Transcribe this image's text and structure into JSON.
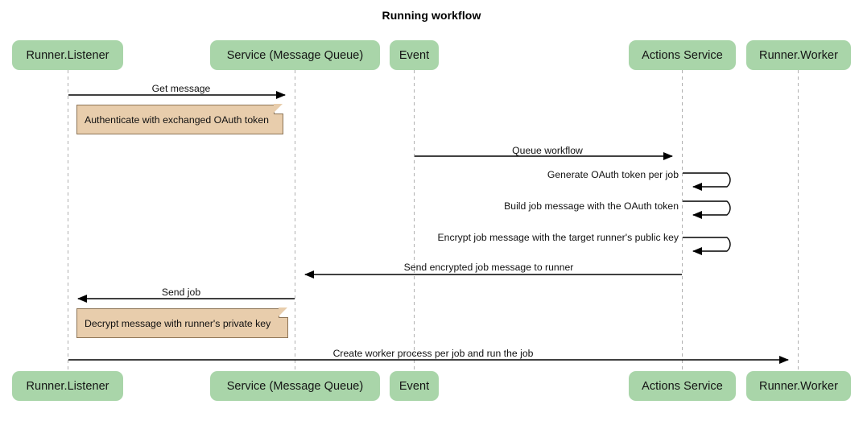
{
  "title": "Running workflow",
  "colors": {
    "participant_fill": "#a9d5a9",
    "note_fill": "#e8cdac",
    "note_border": "#8d7456",
    "line": "#000000",
    "lifeline": "#b0b0b0"
  },
  "participants": [
    {
      "id": "runner-listener",
      "label": "Runner.Listener"
    },
    {
      "id": "service-message-queue",
      "label": "Service (Message Queue)"
    },
    {
      "id": "event",
      "label": "Event"
    },
    {
      "id": "actions-service",
      "label": "Actions Service"
    },
    {
      "id": "runner-worker",
      "label": "Runner.Worker"
    }
  ],
  "messages": [
    {
      "id": "get-message",
      "label": "Get message",
      "from": "runner-listener",
      "to": "service-message-queue",
      "direction": "right",
      "kind": "arrow"
    },
    {
      "id": "queue-workflow",
      "label": "Queue workflow",
      "from": "event",
      "to": "actions-service",
      "direction": "right",
      "kind": "arrow"
    },
    {
      "id": "generate-oauth-token-per-job",
      "label": "Generate OAuth token per job",
      "from": "actions-service",
      "to": "actions-service",
      "direction": "self",
      "kind": "self-loop"
    },
    {
      "id": "build-job-message",
      "label": "Build job message with the OAuth token",
      "from": "actions-service",
      "to": "actions-service",
      "direction": "self",
      "kind": "self-loop"
    },
    {
      "id": "encrypt-job-message",
      "label": "Encrypt job message with the target runner's public key",
      "from": "actions-service",
      "to": "actions-service",
      "direction": "self",
      "kind": "self-loop"
    },
    {
      "id": "send-encrypted-job-message",
      "label": "Send encrypted job message to runner",
      "from": "actions-service",
      "to": "service-message-queue",
      "direction": "left",
      "kind": "arrow"
    },
    {
      "id": "send-job",
      "label": "Send job",
      "from": "service-message-queue",
      "to": "runner-listener",
      "direction": "left",
      "kind": "arrow"
    },
    {
      "id": "create-worker-process",
      "label": "Create worker process per job and run the job",
      "from": "runner-listener",
      "to": "runner-worker",
      "direction": "right",
      "kind": "arrow"
    }
  ],
  "notes": [
    {
      "id": "authenticate-note",
      "label": "Authenticate with exchanged OAuth token"
    },
    {
      "id": "decrypt-note",
      "label": "Decrypt message with runner's private key"
    }
  ]
}
